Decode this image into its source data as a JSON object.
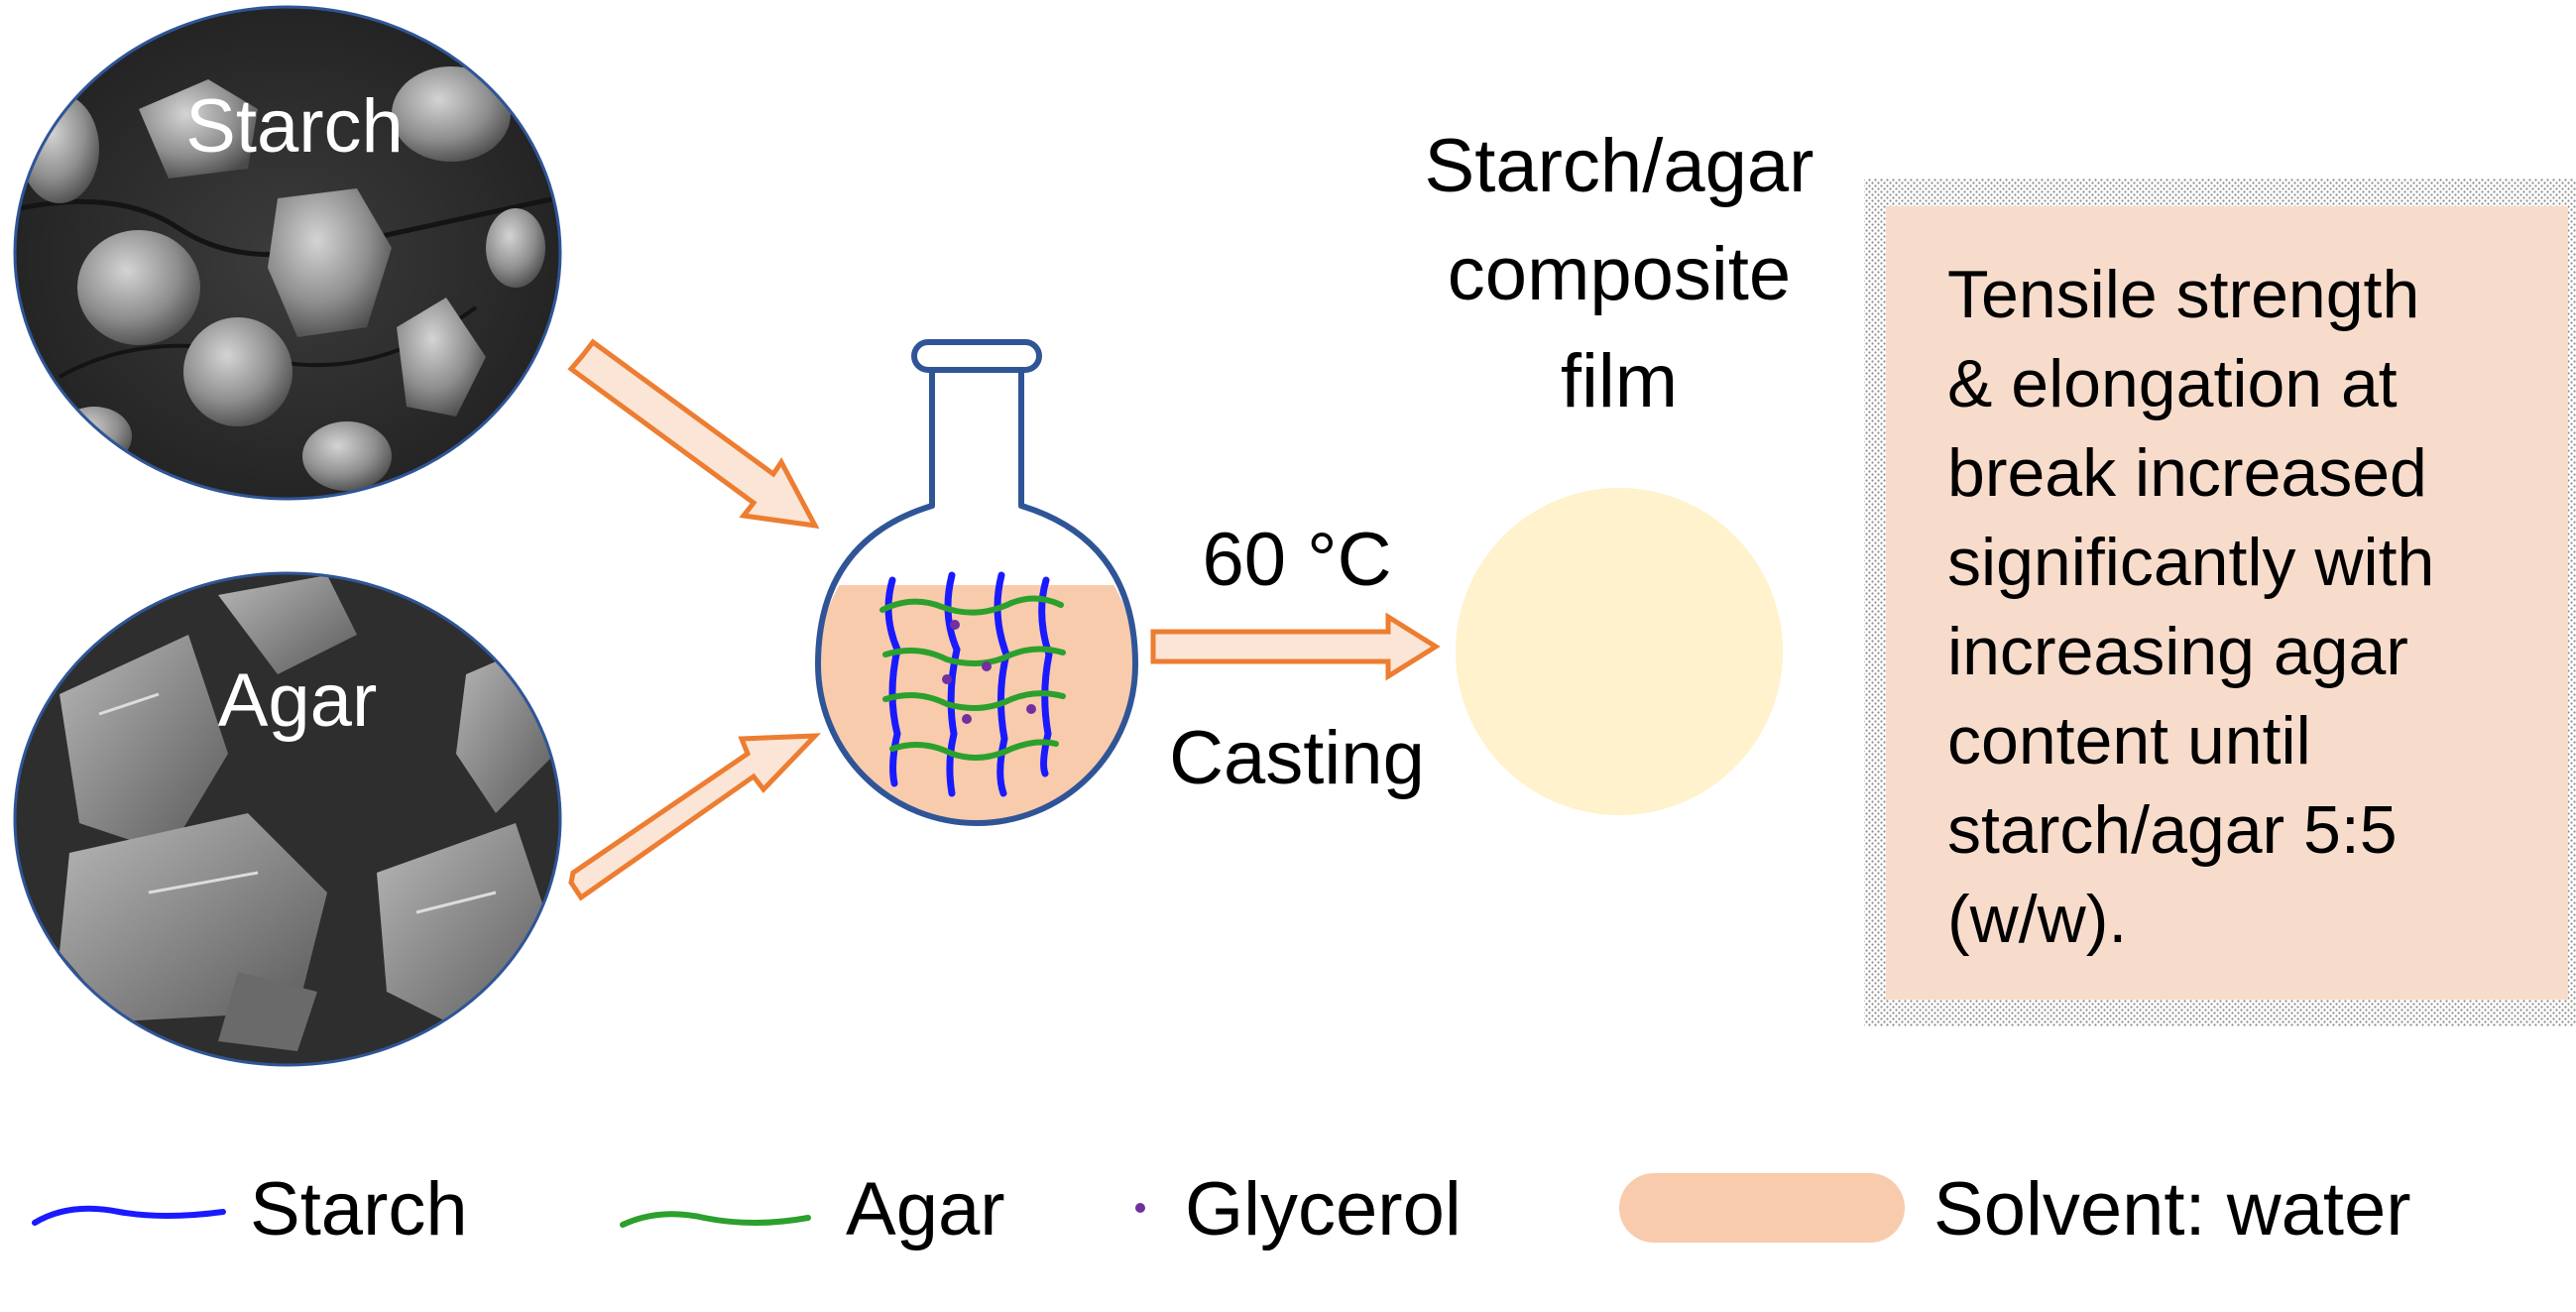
{
  "inputs": {
    "starch_label": "Starch",
    "agar_label": "Agar"
  },
  "process": {
    "temperature": "60 °C",
    "method": "Casting"
  },
  "product": {
    "title_lines": [
      "Starch/agar",
      "composite",
      "film"
    ]
  },
  "result_box": {
    "lines": [
      "Tensile strength",
      "& elongation at",
      "break increased",
      "significantly with",
      "increasing agar",
      "content until",
      "starch/agar 5:5",
      "(w/w)."
    ]
  },
  "legend": {
    "starch": "Starch",
    "agar": "Agar",
    "glycerol": "Glycerol",
    "solvent": "Solvent: water"
  },
  "colors": {
    "starch_chain": "#1a1aff",
    "agar_chain": "#2ca02c",
    "glycerol_dot": "#7030a0",
    "solvent": "#f8cbad",
    "arrow_stroke": "#ed7d31",
    "arrow_fill": "#fbe5d6",
    "flask_outline": "#2f5597",
    "film": "#fff2cc",
    "result_fill": "#f8dccb",
    "sem_dark": "#3a3a3a"
  }
}
